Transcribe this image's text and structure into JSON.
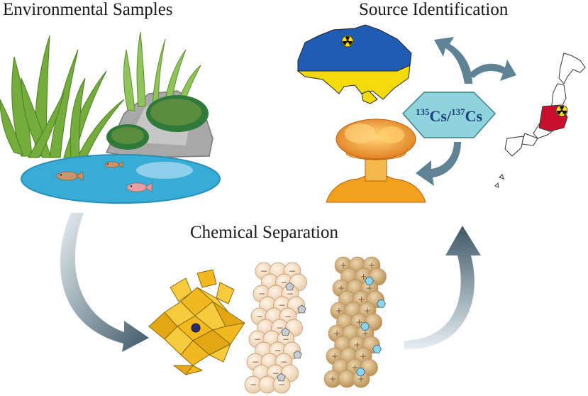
{
  "labels": {
    "environmental": "Environmental Samples",
    "source": "Source Identification",
    "chemical": "Chemical Separation"
  },
  "ratio": {
    "mass_a": "135",
    "element_a": "Cs",
    "separator": "/",
    "mass_b": "137",
    "element_b": "Cs"
  },
  "colors": {
    "pond": "#3aaed8",
    "grass": "#6aa52e",
    "arrow": "#4e6b7c",
    "ukraine_blue": "#1f5db5",
    "ukraine_yellow": "#f3da0b",
    "japan_red": "#c8102e",
    "polyhedron": "#f2b81f",
    "hexagon": "#8fd3dc"
  },
  "icons": [
    "radiation-icon",
    "fish-icon",
    "mushroom-cloud-icon"
  ]
}
